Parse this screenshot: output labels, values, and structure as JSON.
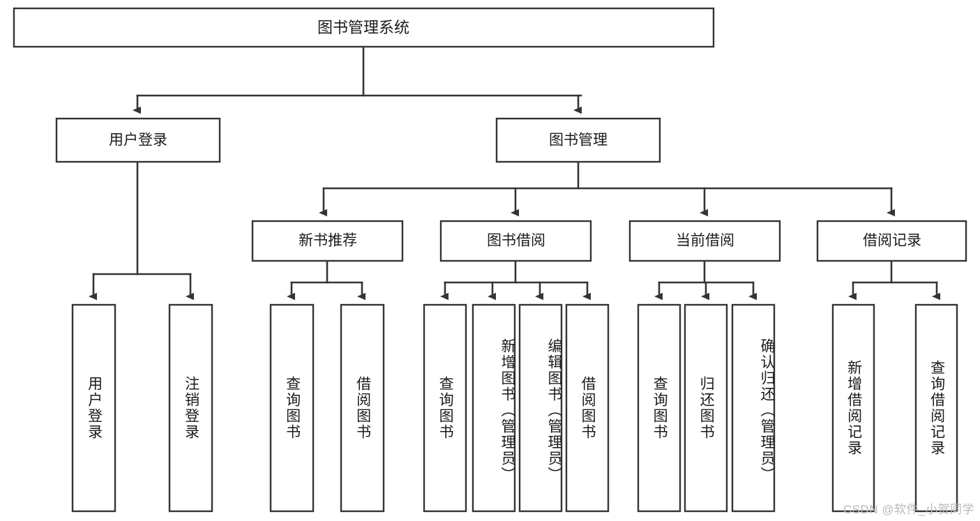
{
  "diagram": {
    "title": "图书管理系统",
    "type": "hierarchy-tree",
    "colors": {
      "box_stroke": "#343434",
      "box_fill": "#ffffff",
      "text": "#1b1b1b",
      "background": "#ffffff",
      "watermark": "#b9b9b9"
    },
    "root": {
      "label": "图书管理系统"
    },
    "level2": [
      {
        "label": "用户登录"
      },
      {
        "label": "图书管理"
      }
    ],
    "level3": [
      {
        "label": "新书推荐"
      },
      {
        "label": "图书借阅"
      },
      {
        "label": "当前借阅"
      },
      {
        "label": "借阅记录"
      }
    ],
    "leaves": {
      "user_login": [
        {
          "label": "用户登录"
        },
        {
          "label": "注销登录"
        }
      ],
      "new_book_recommend": [
        {
          "label": "查询图书"
        },
        {
          "label": "借阅图书"
        }
      ],
      "book_borrow": [
        {
          "label": "查询图书"
        },
        {
          "label": "新增图书（管理员）"
        },
        {
          "label": "编辑图书（管理员）"
        },
        {
          "label": "借阅图书"
        }
      ],
      "current_borrow": [
        {
          "label": "查询图书"
        },
        {
          "label": "归还图书"
        },
        {
          "label": "确认归还（管理员）"
        }
      ],
      "borrow_record": [
        {
          "label": "新增借阅记录"
        },
        {
          "label": "查询借阅记录"
        }
      ]
    }
  },
  "watermark": {
    "text": "CSDN @软件_小贺同学"
  }
}
